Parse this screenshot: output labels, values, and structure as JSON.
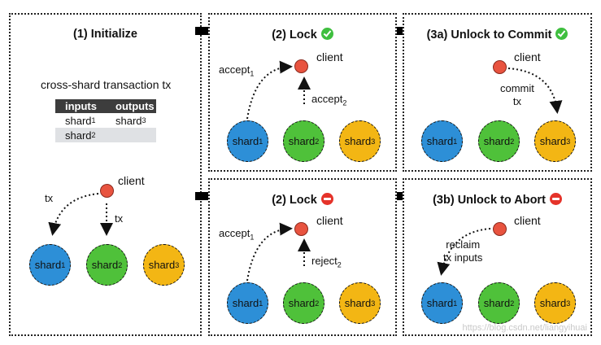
{
  "shard_label_prefix": "shard",
  "client_label": "client",
  "arrow_icon": "right-arrow-icon",
  "colors": {
    "shard1": "#2d8fd7",
    "shard2": "#4fc13a",
    "shard3": "#f3b614",
    "client": "#e8533f",
    "ok": "#3fbf3f",
    "abort": "#e5332a"
  },
  "init": {
    "title": "(1) Initialize",
    "caption": "cross-shard transaction tx",
    "table": {
      "headers": [
        "inputs",
        "outputs"
      ],
      "rows": [
        [
          "shard",
          "1",
          "shard",
          "3"
        ],
        [
          "shard",
          "2",
          "",
          ""
        ]
      ]
    },
    "edge_left": "tx",
    "edge_mid": "tx"
  },
  "lock_ok": {
    "title": "(2) Lock",
    "status_icon": "check-icon",
    "accept": "accept",
    "accept_sub": "1",
    "accept2": "accept",
    "accept2_sub": "2"
  },
  "unlock_commit": {
    "title": "(3a) Unlock to Commit",
    "status_icon": "check-icon",
    "edge_l1": "commit",
    "edge_l2": "tx"
  },
  "lock_abort": {
    "title": "(2) Lock",
    "status_icon": "stop-icon",
    "accept": "accept",
    "accept_sub": "1",
    "reject": "reject",
    "reject_sub": "2"
  },
  "unlock_abort": {
    "title": "(3b) Unlock to Abort",
    "status_icon": "stop-icon",
    "edge_l1": "reclaim",
    "edge_l2": "tx inputs"
  },
  "watermark": "https://blog.csdn.net/liangyihuai"
}
